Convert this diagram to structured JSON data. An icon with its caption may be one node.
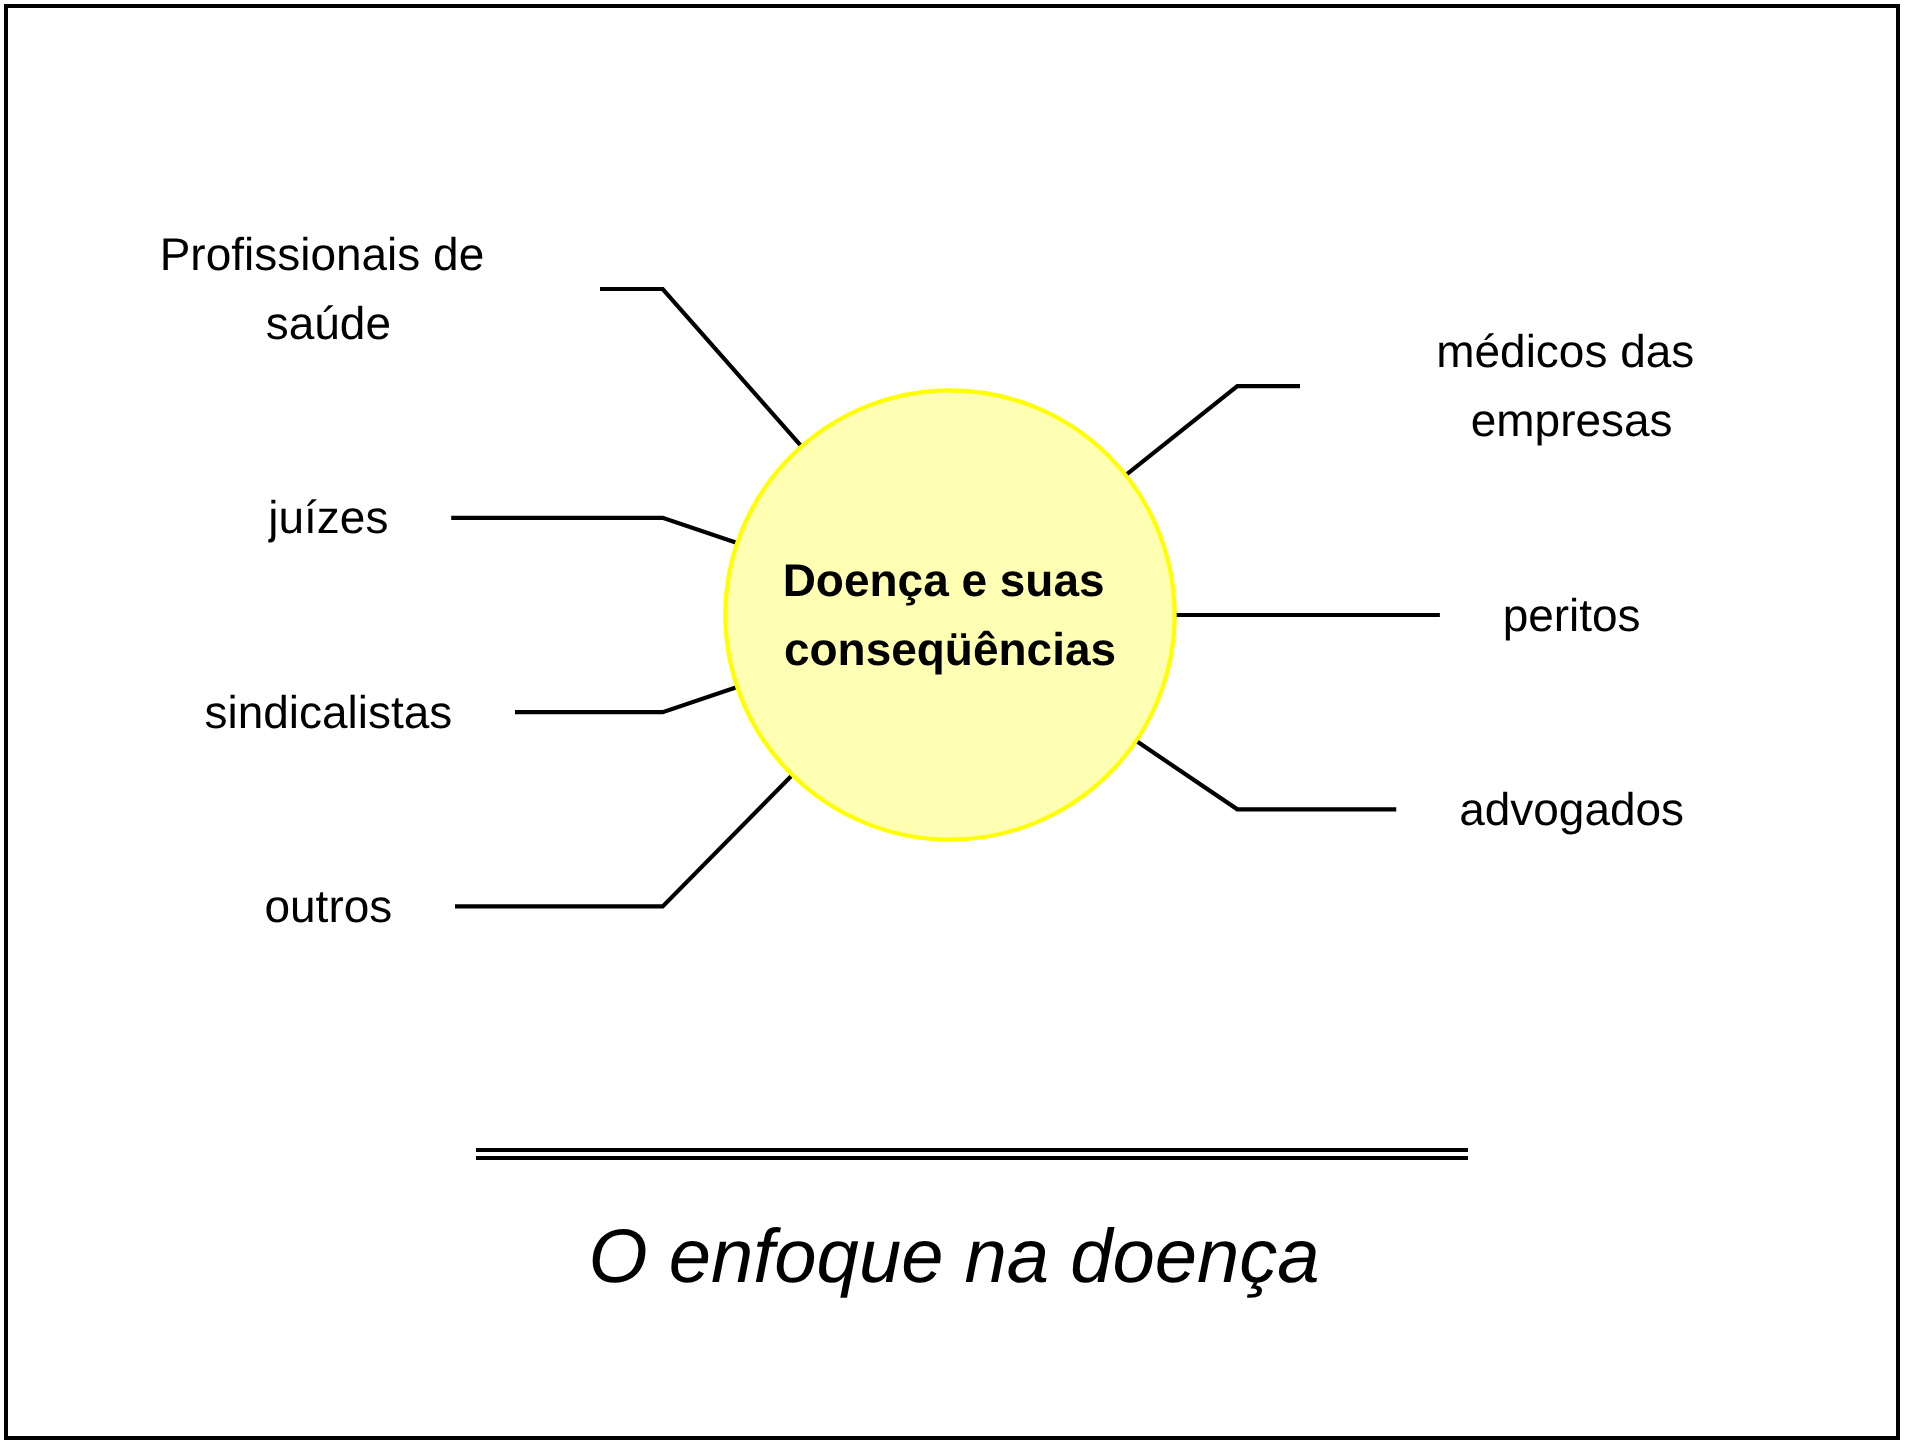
{
  "diagram": {
    "caption": "O enfoque na doença",
    "nodes": [
      {
        "text": [
          "Profissionais de saúde"
        ]
      },
      {
        "text": [
          "juízes"
        ]
      },
      {
        "text": [
          "médicos das empresas"
        ]
      },
      {
        "text": [
          "sindicalistas"
        ]
      },
      {
        "text": [
          "Doença e suas conseqüências"
        ]
      },
      {
        "text": [
          "peritos"
        ]
      },
      {
        "text": [
          "outros"
        ]
      },
      {
        "text": [
          "advogados"
        ]
      }
    ],
    "edges": [
      {
        "from": 0,
        "to": 4,
        "arrow": "none"
      },
      {
        "from": 1,
        "to": 4,
        "arrow": "none"
      },
      {
        "from": 4,
        "to": 2,
        "arrow": "none"
      },
      {
        "from": 3,
        "to": 4,
        "arrow": "none"
      },
      {
        "from": 4,
        "to": 5,
        "arrow": "none"
      },
      {
        "from": 6,
        "to": 4,
        "arrow": "none"
      },
      {
        "from": 4,
        "to": 7,
        "arrow": "none"
      }
    ]
  }
}
